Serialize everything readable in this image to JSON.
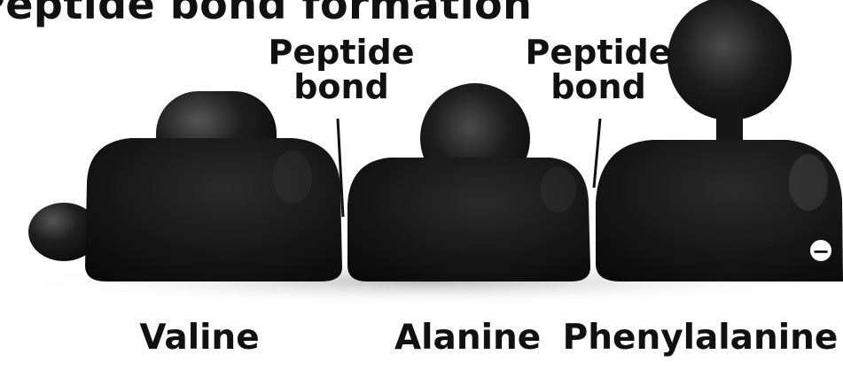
{
  "title": "Peptide bond formation",
  "bond_labels": [
    {
      "line1": "Peptide",
      "line2": "bond"
    },
    {
      "line1": "Peptide",
      "line2": "bond"
    }
  ],
  "amino_acids": [
    "Valine",
    "Alanine",
    "Phenylalanine"
  ],
  "charge_symbol": "−",
  "colors": {
    "body": "#151515",
    "highlight": "#5a5a5a",
    "text": "#111111"
  }
}
